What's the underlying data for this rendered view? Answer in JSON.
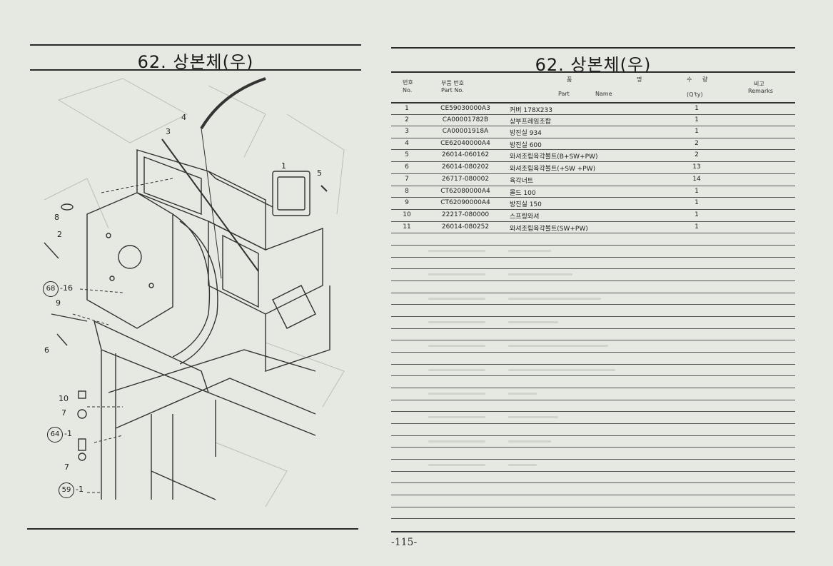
{
  "left": {
    "title": "62. 상본체(우)",
    "callouts": [
      {
        "label": "4"
      },
      {
        "label": "3"
      },
      {
        "label": "1"
      },
      {
        "label": "5"
      },
      {
        "label": "8"
      },
      {
        "label": "2"
      },
      {
        "label": "-16",
        "circled": "68"
      },
      {
        "label": "9"
      },
      {
        "label": "6"
      },
      {
        "label": "10"
      },
      {
        "label": "7"
      },
      {
        "label": "-1",
        "circled": "64"
      },
      {
        "label": "7"
      },
      {
        "label": "-1",
        "circled": "59"
      }
    ]
  },
  "right": {
    "title": "62. 상본체(우)",
    "page_number": "-115-",
    "header": {
      "no_ko": "번호",
      "no_en": "No.",
      "part_no_ko": "부품 번호",
      "part_no_en": "Part  No.",
      "name_ko_1": "품",
      "name_ko_2": "명",
      "name_en_1": "Part",
      "name_en_2": "Name",
      "qty_ko_1": "수",
      "qty_ko_2": "량",
      "qty_en": "(Q'ty)",
      "remarks_ko": "비고",
      "remarks_en": "Remarks"
    },
    "rows": [
      {
        "no": "1",
        "part_no": "CE59030000A3",
        "name": "커버 178X233",
        "qty": "1"
      },
      {
        "no": "2",
        "part_no": "CA00001782B",
        "name": "상부프레임조합",
        "qty": "1"
      },
      {
        "no": "3",
        "part_no": "CA00001918A",
        "name": "방진실 934",
        "qty": "1"
      },
      {
        "no": "4",
        "part_no": "CE62040000A4",
        "name": "방진실 600",
        "qty": "2"
      },
      {
        "no": "5",
        "part_no": "26014-060162",
        "name": "와셔조립육각볼트(B+SW+PW)",
        "qty": "2"
      },
      {
        "no": "6",
        "part_no": "26014-080202",
        "name": "와셔조립육각볼트(+SW +PW)",
        "qty": "13"
      },
      {
        "no": "7",
        "part_no": "26717-080002",
        "name": "육각너트",
        "qty": "14"
      },
      {
        "no": "8",
        "part_no": "CT62080000A4",
        "name": "몰드 100",
        "qty": "1"
      },
      {
        "no": "9",
        "part_no": "CT62090000A4",
        "name": "방진실 150",
        "qty": "1"
      },
      {
        "no": "10",
        "part_no": "22217-080000",
        "name": "스프링와셔",
        "qty": "1"
      },
      {
        "no": "11",
        "part_no": "26014-080252",
        "name": "와셔조립육각볼트(SW+PW)",
        "qty": "1"
      }
    ]
  }
}
